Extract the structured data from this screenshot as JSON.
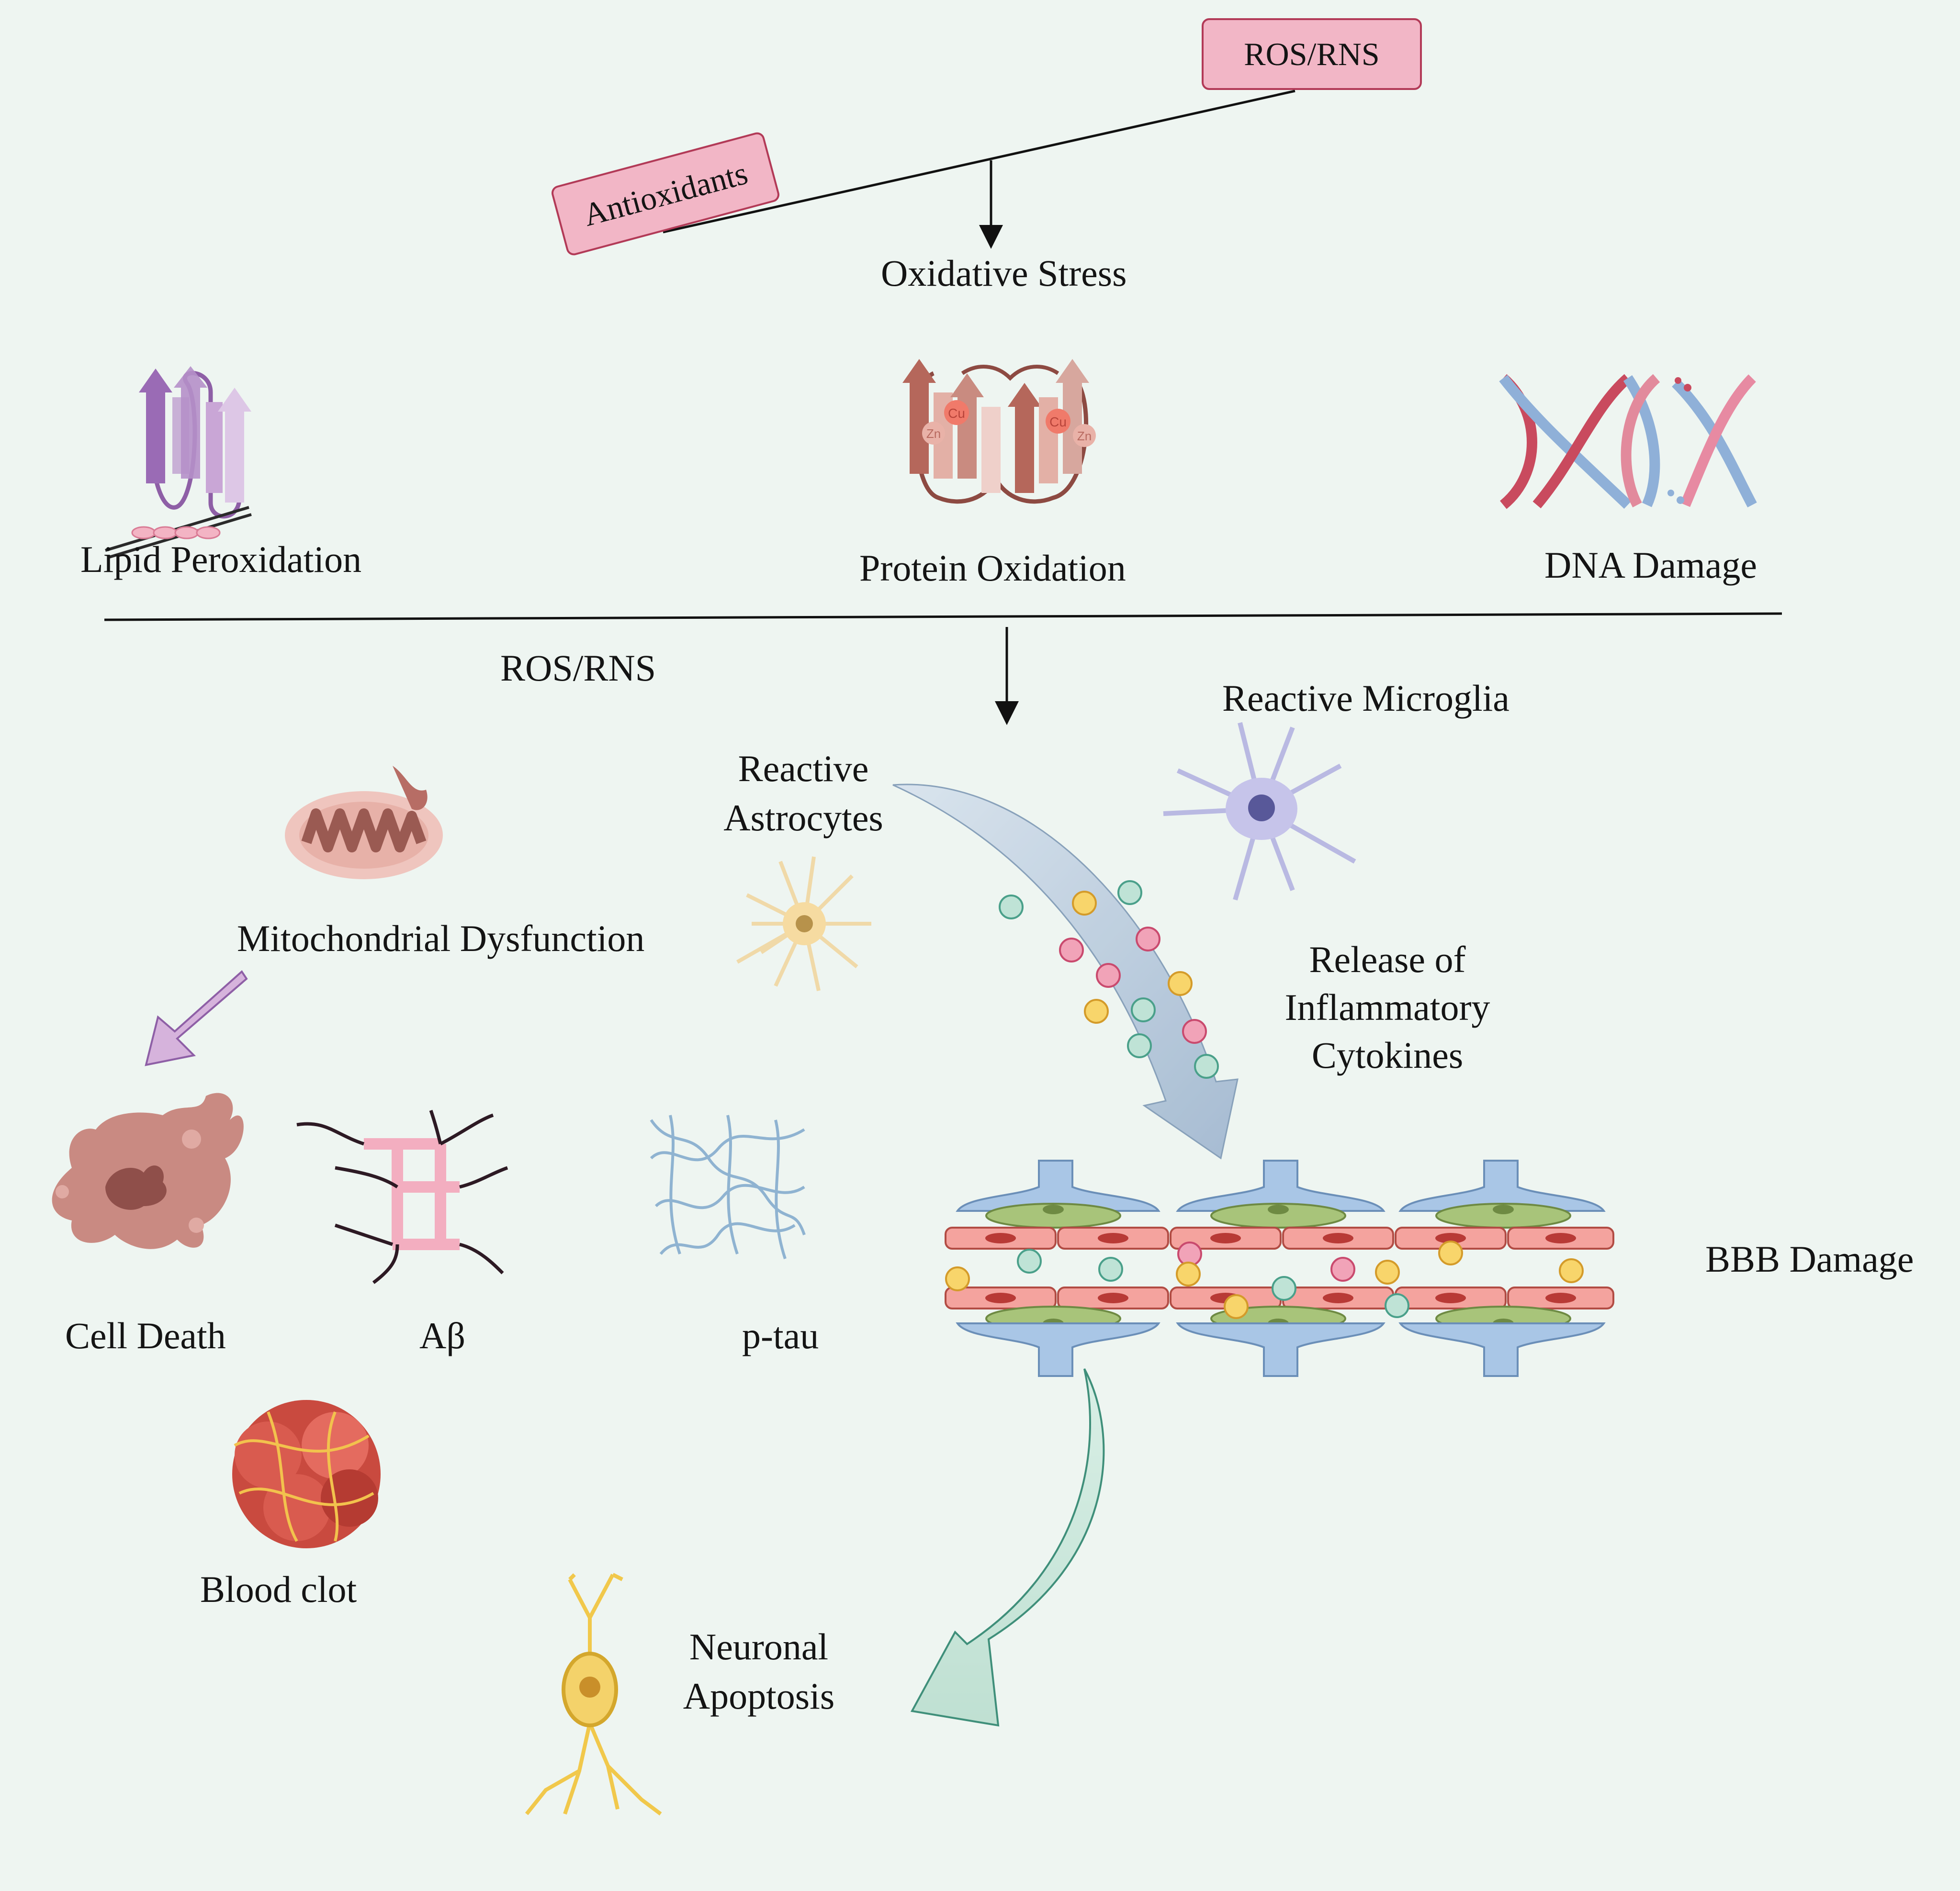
{
  "top": {
    "ros_rns_box": "ROS/RNS",
    "antioxidants_box": "Antioxidants",
    "oxidative_stress": "Oxidative Stress"
  },
  "damage": {
    "lipid": "Lipid Peroxidation",
    "protein": "Protein Oxidation",
    "dna": "DNA Damage"
  },
  "lower": {
    "ros_rns": "ROS/RNS",
    "reactive_microglia": "Reactive Microglia",
    "reactive_astrocytes_1": "Reactive",
    "reactive_astrocytes_2": "Astrocytes",
    "mitochondrial_dysfunction": "Mitochondrial Dysfunction",
    "cytokines_1": "Release of",
    "cytokines_2": "Inflammatory",
    "cytokines_3": "Cytokines",
    "cell_death": "Cell Death",
    "abeta": "Aβ",
    "ptau": "p-tau",
    "bbb_damage": "BBB Damage",
    "blood_clot": "Blood clot",
    "neuronal_1": "Neuronal",
    "neuronal_2": "Apoptosis"
  },
  "protein_metals": [
    "Cu",
    "Zn",
    "Cu",
    "Zn"
  ],
  "colors": {
    "background": "#eef5f1",
    "pill_fill": "#f2b6c6",
    "pill_border": "#b23a57",
    "cytokine_green": "#bfe3d6",
    "cytokine_pink": "#f1a3b8",
    "cytokine_yellow": "#f8d56b"
  }
}
